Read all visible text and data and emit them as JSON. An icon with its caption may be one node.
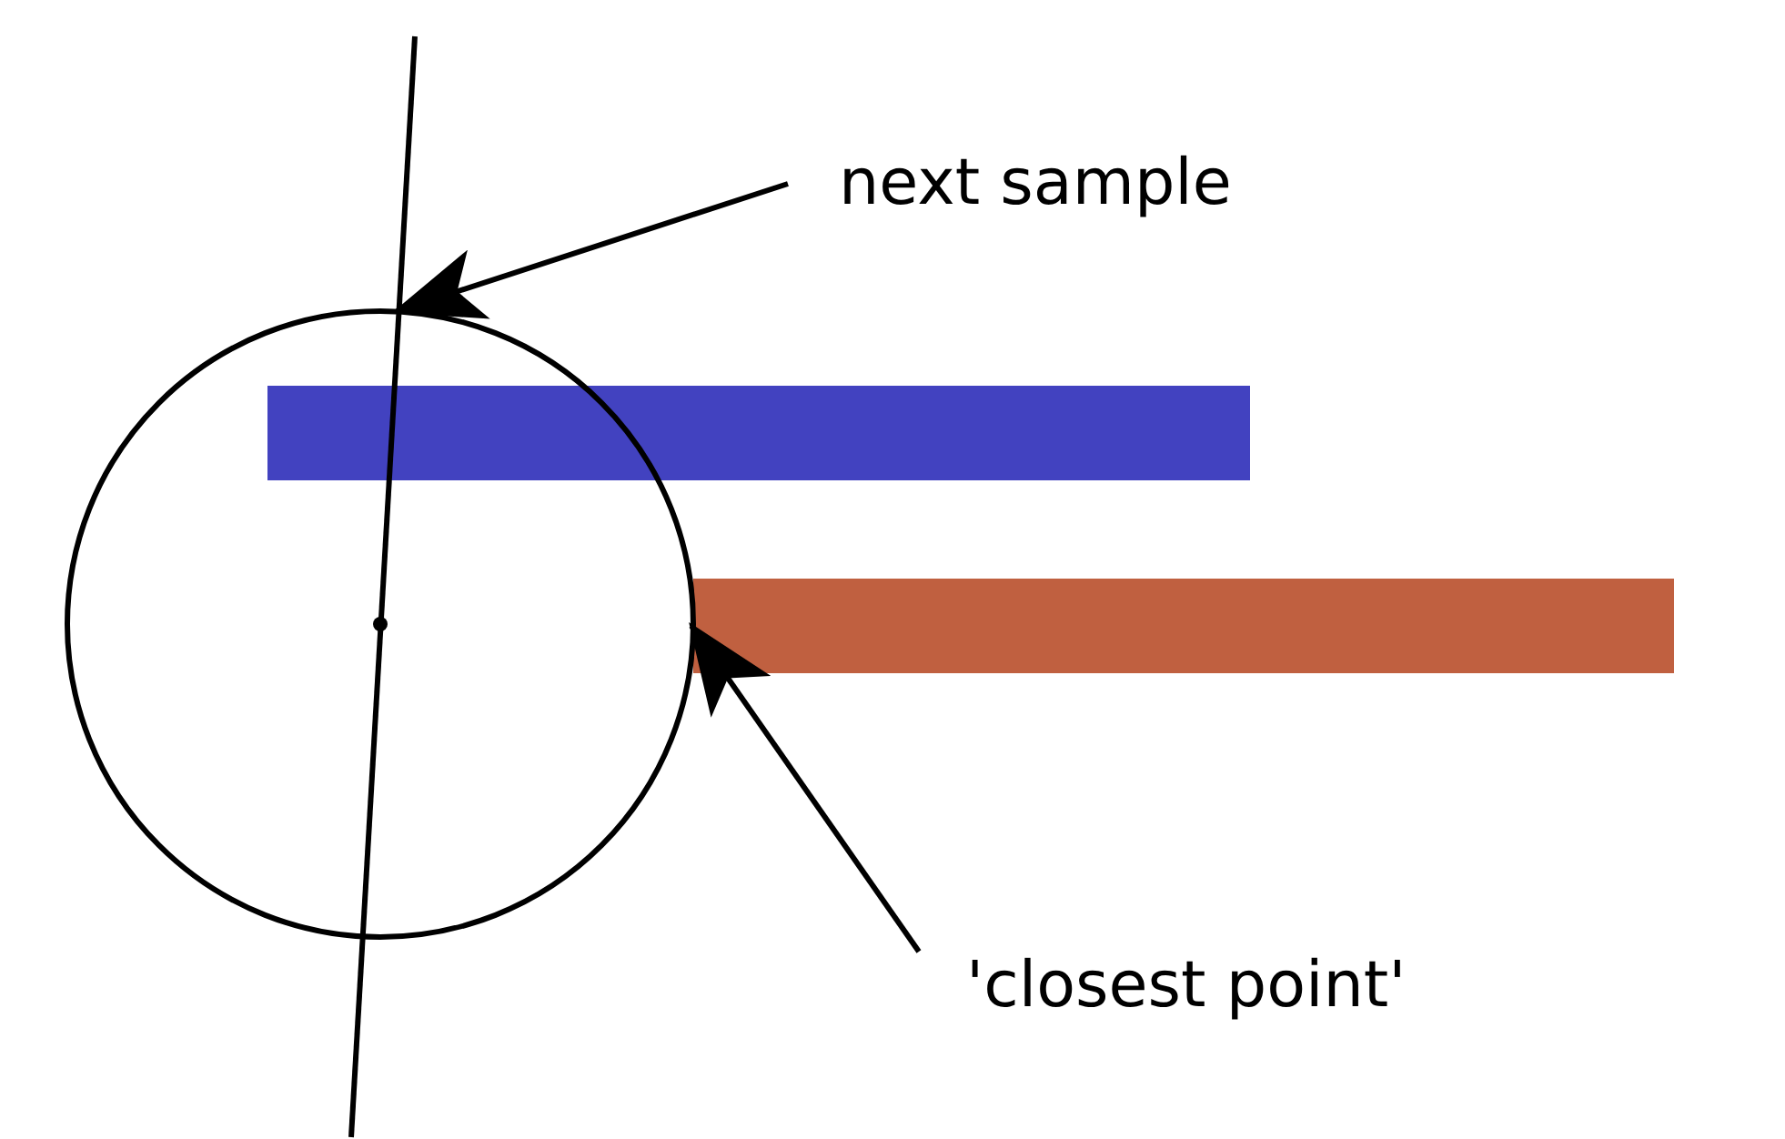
{
  "diagram": {
    "nodes": [
      {
        "text": [
          "next sample"
        ]
      },
      {
        "text": [
          "'closest point'"
        ]
      }
    ],
    "edges": [
      {
        "from": 0,
        "to": null,
        "arrow": "to"
      },
      {
        "from": 1,
        "to": null,
        "arrow": "to"
      }
    ]
  }
}
